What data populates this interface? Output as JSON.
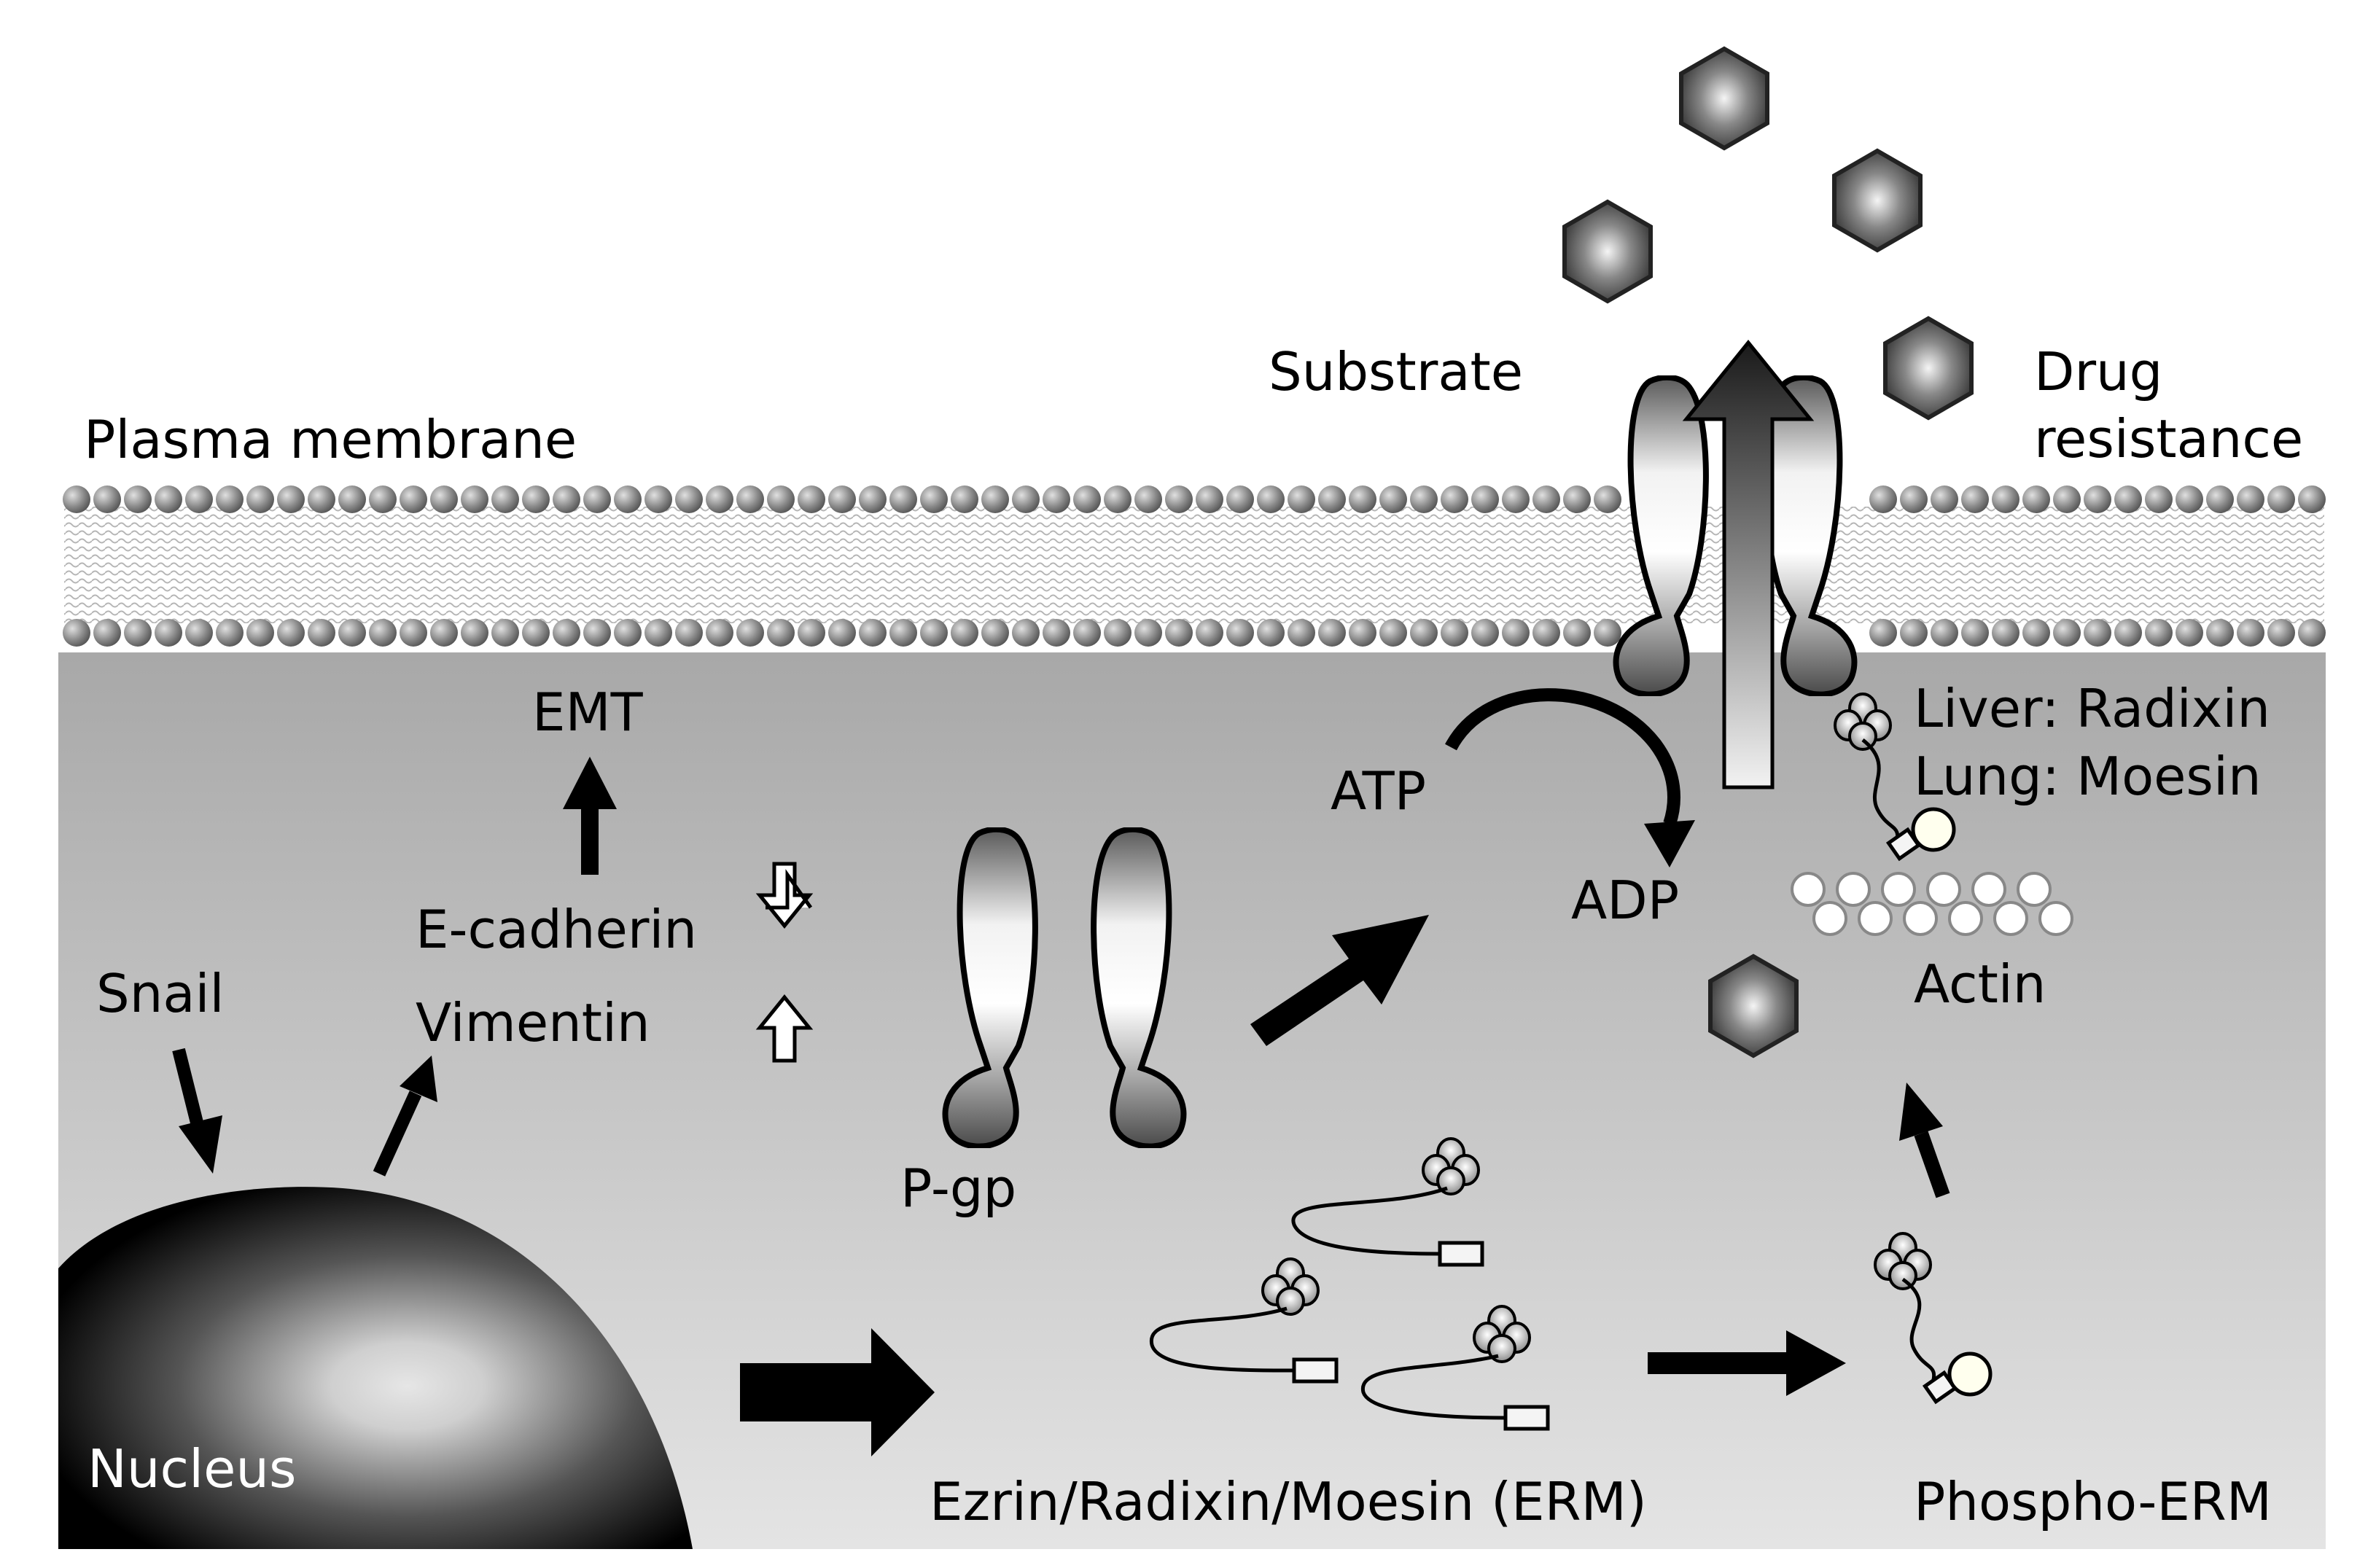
{
  "labels": {
    "plasma_membrane": "Plasma membrane",
    "substrate": "Substrate",
    "drug_resistance_line1": "Drug",
    "drug_resistance_line2": "resistance",
    "emt": "EMT",
    "e_cadherin": "E-cadherin",
    "vimentin": "Vimentin",
    "snail": "Snail",
    "nucleus": "Nucleus",
    "pgp": "P-gp",
    "atp": "ATP",
    "adp": "ADP",
    "liver_radixin": "Liver: Radixin",
    "lung_moesin": "Lung: Moesin",
    "actin": "Actin",
    "erm": "Ezrin/Radixin/Moesin (ERM)",
    "phospho_erm": "Phospho-ERM"
  },
  "icons": {
    "down_hollow_arrow": "decrease-arrow-icon",
    "up_hollow_arrow": "increase-arrow-icon",
    "substrate_hexagon": "substrate-hexagon-icon"
  },
  "colors": {
    "cytoplasm_top": "#a9a9a9",
    "cytoplasm_bottom": "#e2e2e2",
    "membrane_head": "#8c8c8c",
    "arrow": "#000000"
  }
}
